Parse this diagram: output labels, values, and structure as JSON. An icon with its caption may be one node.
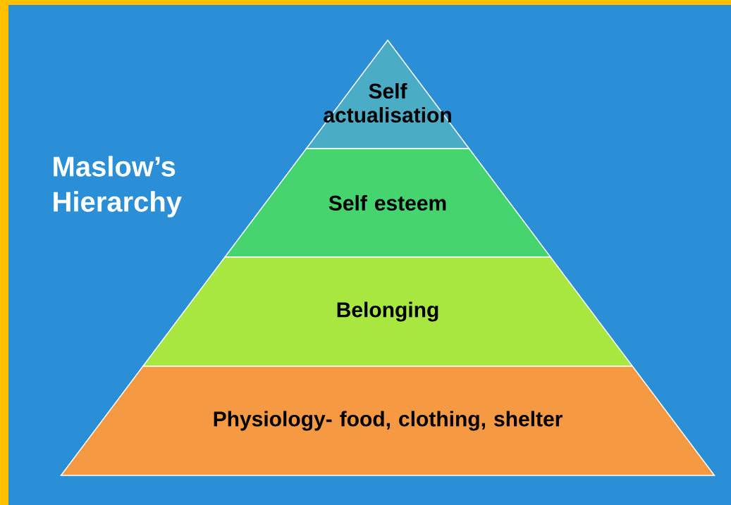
{
  "diagram": {
    "title": "Maslow’s Hierarchy",
    "nodes": [
      {
        "text": [
          "Self actualisation"
        ]
      },
      {
        "text": [
          "Self esteem"
        ]
      },
      {
        "text": [
          "Belonging"
        ]
      },
      {
        "text": [
          "Physiology- food, clothing, shelter"
        ]
      }
    ]
  }
}
